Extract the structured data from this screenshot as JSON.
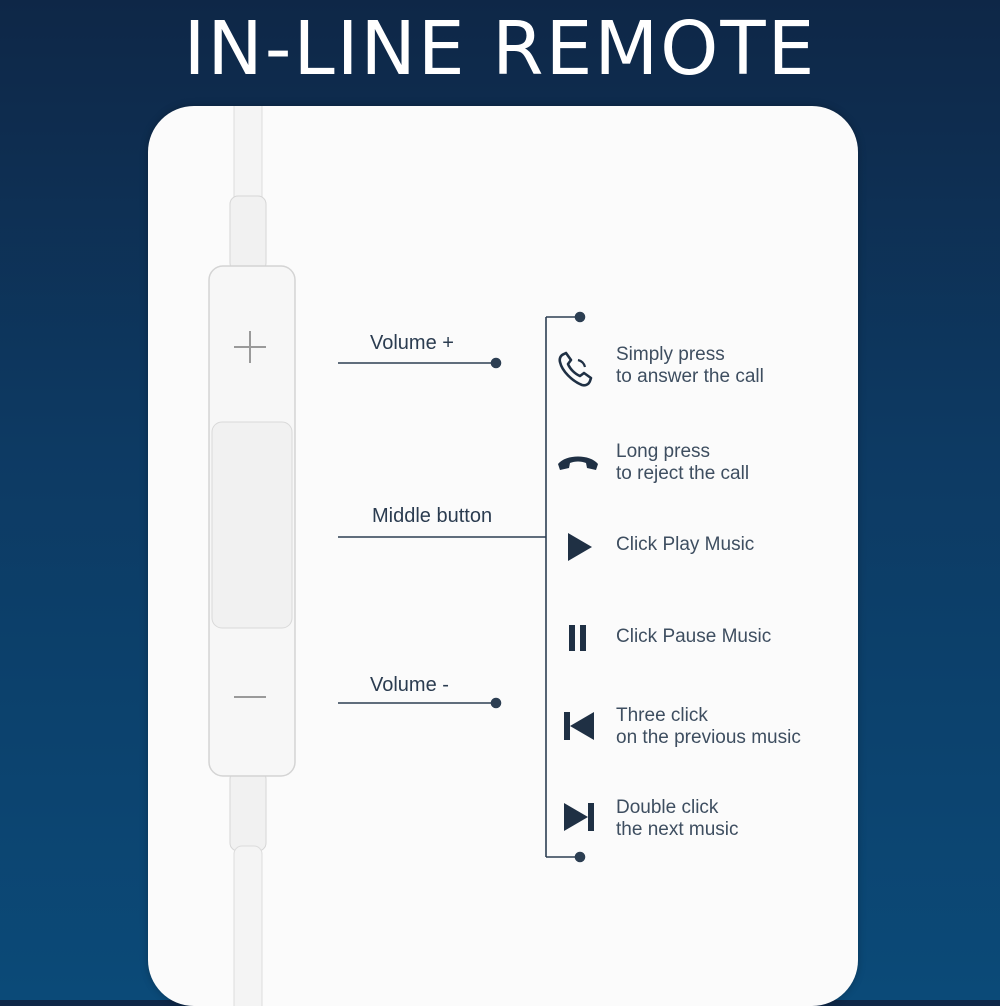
{
  "title": "IN-LINE REMOTE",
  "buttons": {
    "volume_up": "Volume +",
    "middle": "Middle button",
    "volume_down": "Volume -"
  },
  "functions": [
    {
      "icon": "phone-answer-icon",
      "line1": "Simply press",
      "line2": "to answer the call"
    },
    {
      "icon": "phone-hangup-icon",
      "line1": "Long press",
      "line2": "to reject the call"
    },
    {
      "icon": "play-icon",
      "line1": "Click Play Music",
      "line2": ""
    },
    {
      "icon": "pause-icon",
      "line1": "Click Pause Music",
      "line2": ""
    },
    {
      "icon": "previous-track-icon",
      "line1": "Three click",
      "line2": "on the previous music"
    },
    {
      "icon": "next-track-icon",
      "line1": "Double click",
      "line2": "the next music"
    }
  ],
  "colors": {
    "background_top": "#0e2747",
    "background_bottom": "#0b4a78",
    "card": "#fbfbfb",
    "line": "#2c3e52",
    "icon": "#1f3044"
  }
}
